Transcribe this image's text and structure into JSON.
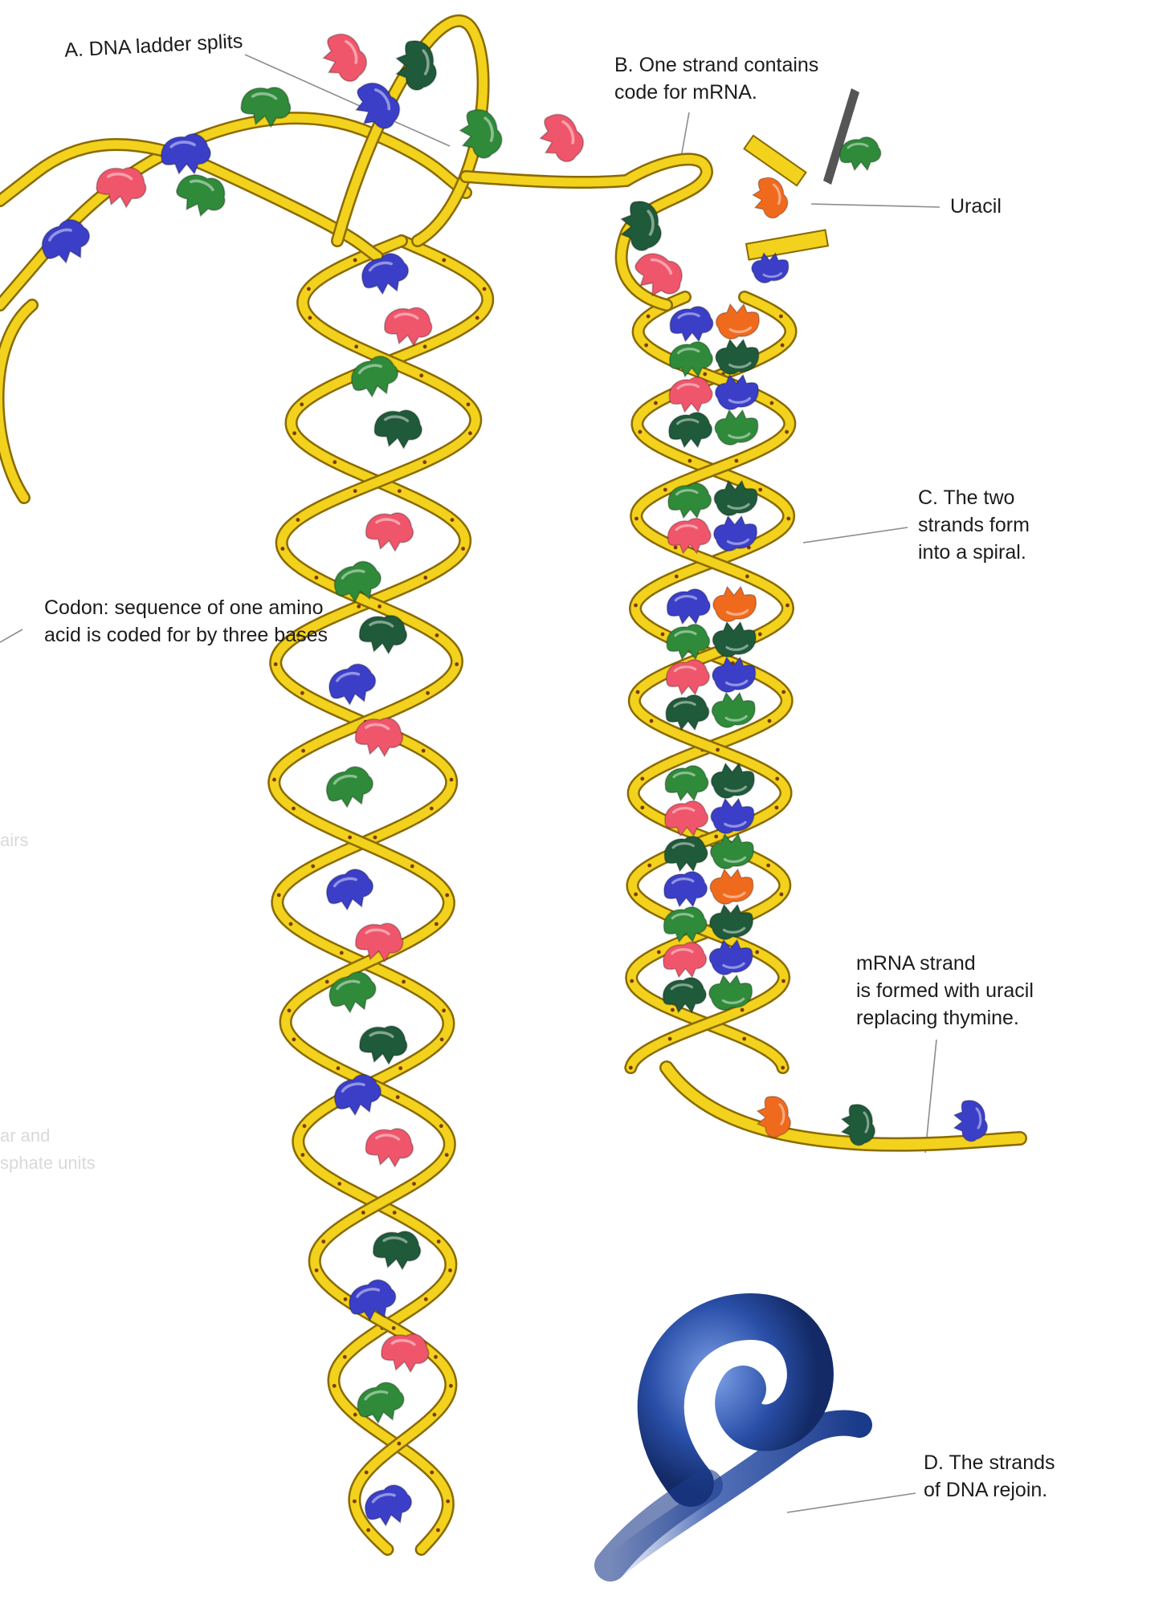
{
  "labels": {
    "a": {
      "lines": [
        "A. DNA ladder splits"
      ]
    },
    "b": {
      "lines": [
        "B. One strand contains",
        "code for mRNA."
      ]
    },
    "uracil": {
      "lines": [
        "Uracil"
      ]
    },
    "c": {
      "lines": [
        "C. The two",
        "strands form",
        "into a spiral."
      ]
    },
    "codon": {
      "lines": [
        "Codon: sequence of one amino",
        "acid is coded for by three bases"
      ]
    },
    "mrna": {
      "lines": [
        "mRNA strand",
        "is formed with uracil",
        "replacing thymine."
      ]
    },
    "d": {
      "lines": [
        "D. The strands",
        "of DNA rejoin."
      ]
    }
  },
  "bleed_text": {
    "a": "airs",
    "b": "ar and",
    "c": "sphate units"
  },
  "colors": {
    "backbone": "#f2d21c",
    "backbone_edge": "#8a6a00",
    "adenine": "#3b3fc8",
    "thymine": "#f0566b",
    "guanine": "#2f8a3a",
    "cytosine": "#1f5a3a",
    "uracil": "#f06a1e",
    "rejoined_dna": "#2a4fa8"
  }
}
